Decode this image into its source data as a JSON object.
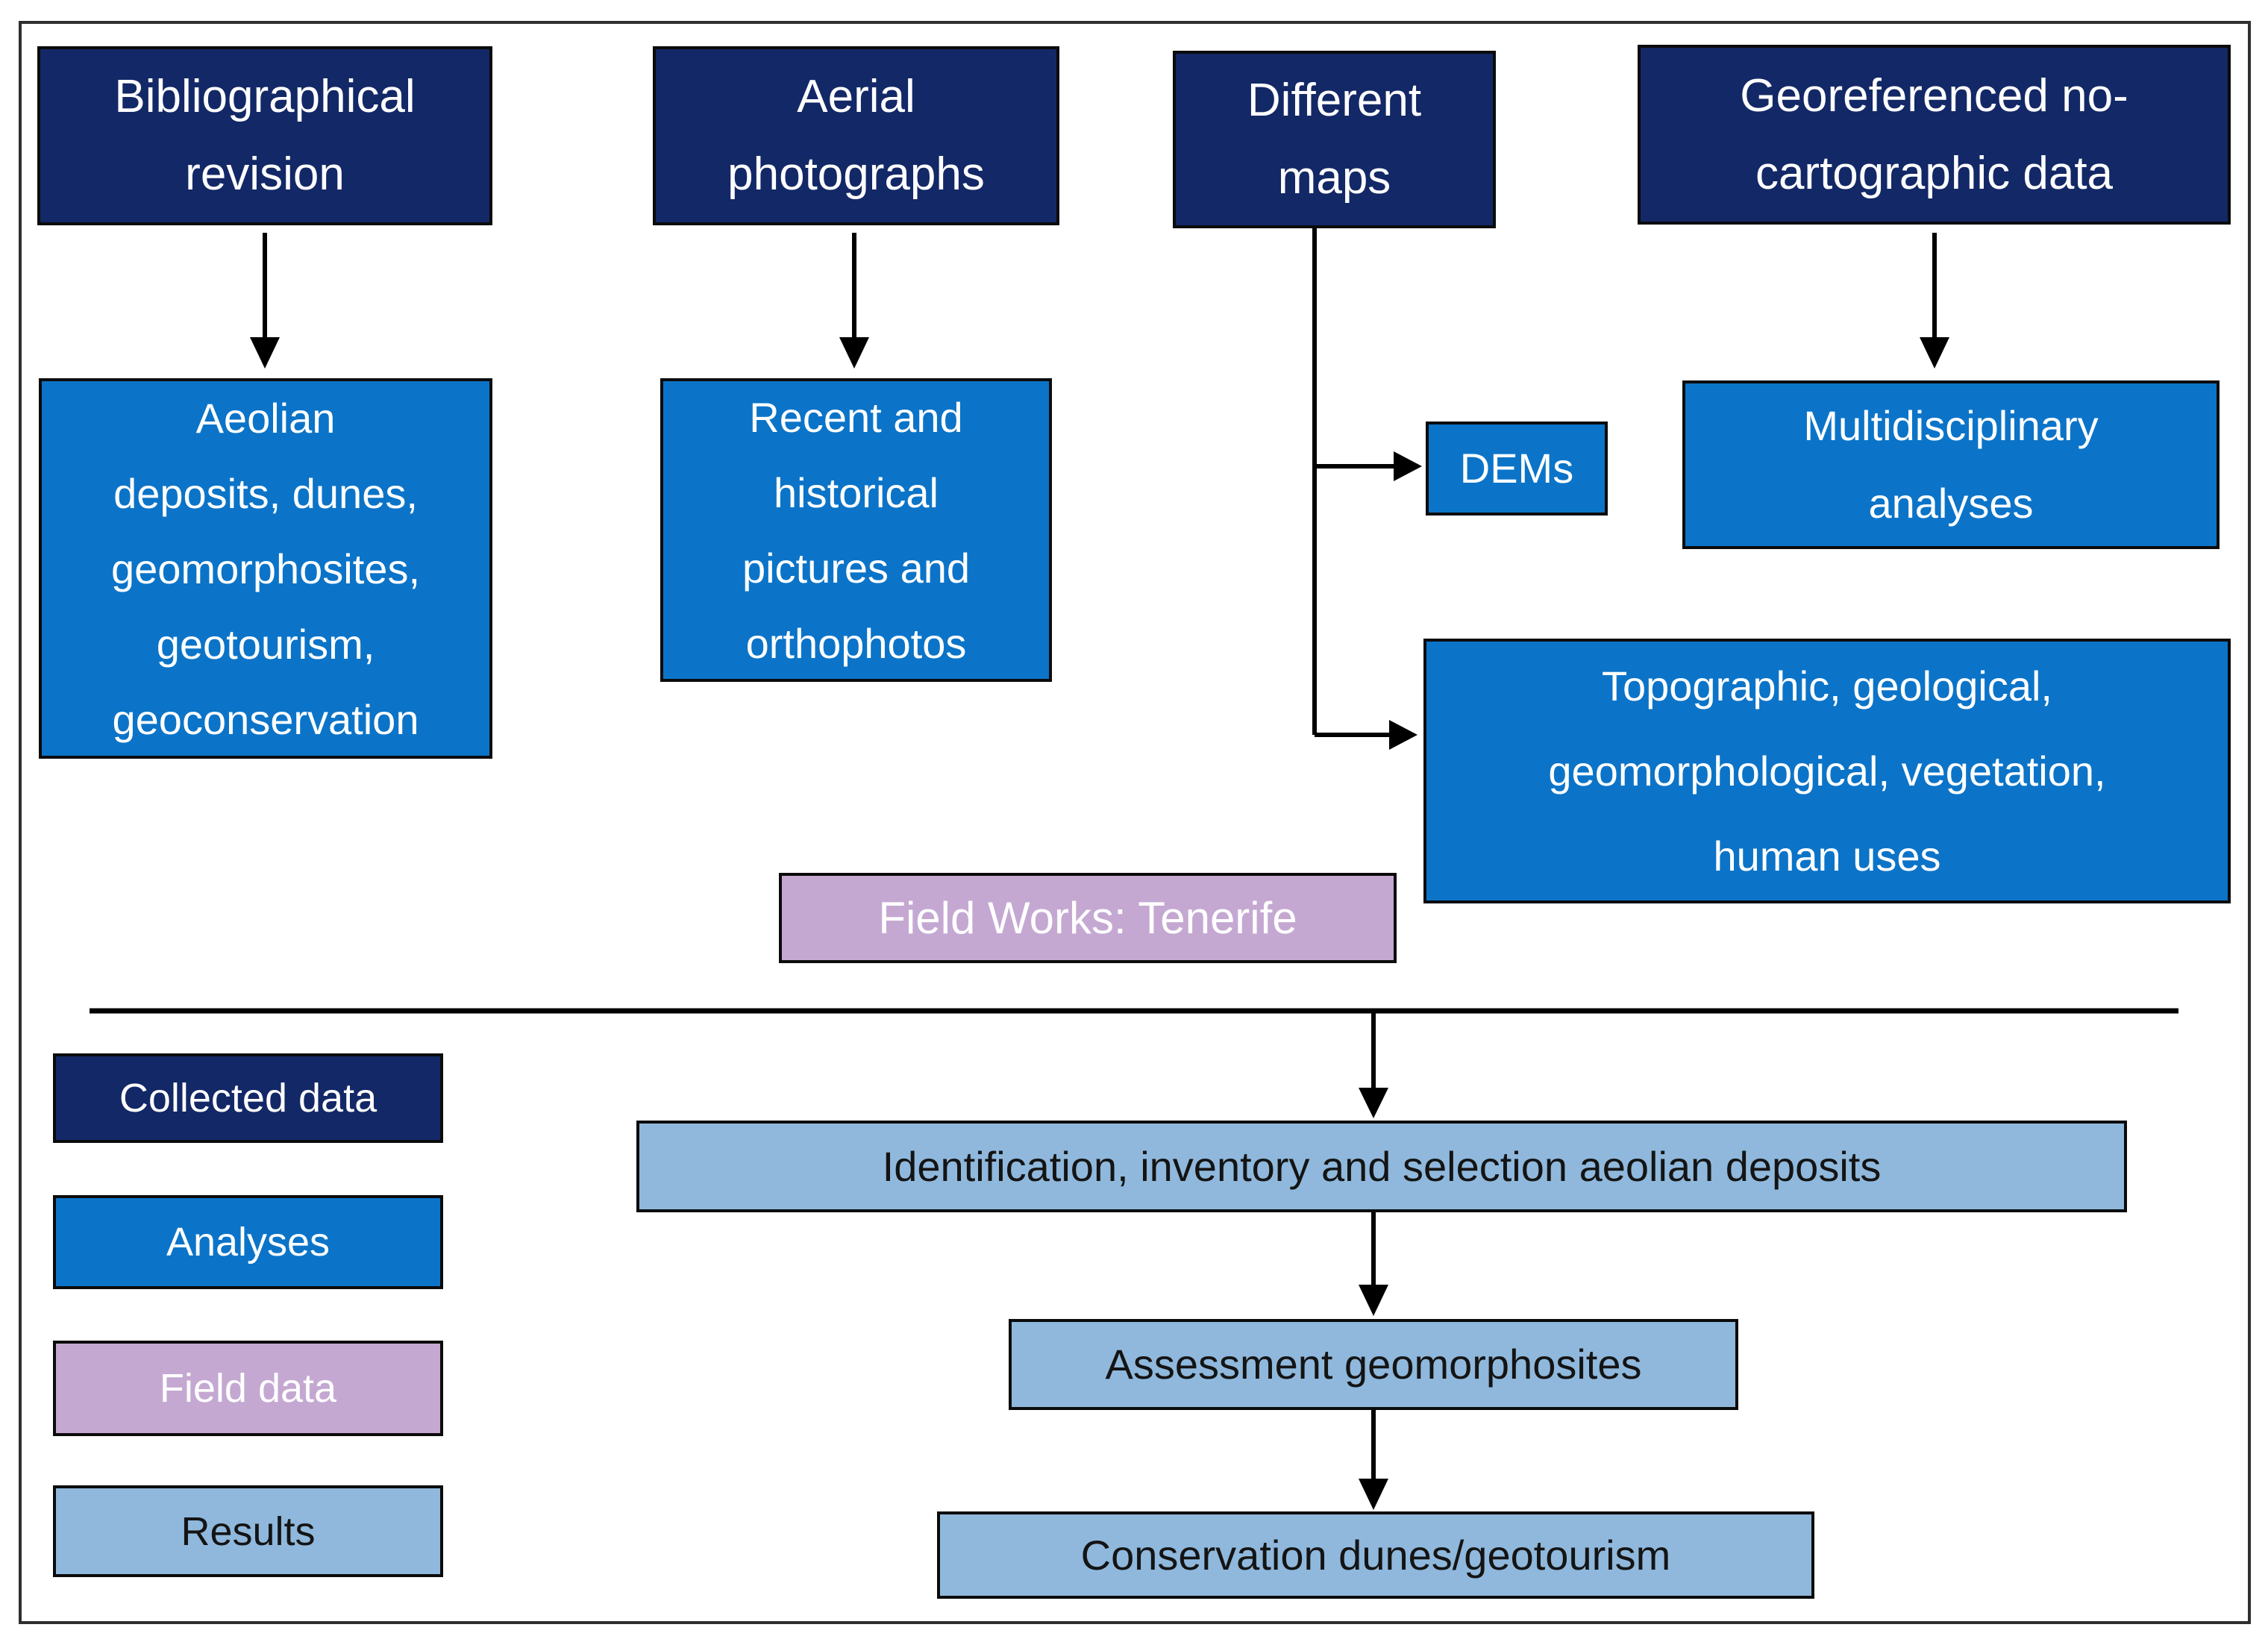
{
  "colors": {
    "navy": "#132866",
    "blue": "#0B74C8",
    "light_blue": "#8FB8DC",
    "purple": "#C4A8D2",
    "line": "#000000",
    "text_light": "#FFFFFF",
    "text_dark": "#141414"
  },
  "nodes": {
    "bibliographical": "Bibliographical\nrevision",
    "aerial": "Aerial\nphotographs",
    "different_maps": "Different\nmaps",
    "georeferenced": "Georeferenced no-\ncartographic data",
    "aeolian": "Aeolian\ndeposits, dunes,\ngeomorphosites,\ngeotourism,\ngeoconservation",
    "recent": "Recent and\nhistorical\npictures and\northophotos",
    "dems": "DEMs",
    "multidisciplinary": "Multidisciplinary\nanalyses",
    "topographic": "Topographic, geological,\ngeomorphological, vegetation,\nhuman uses",
    "field_works": "Field Works: Tenerife",
    "identification": "Identification, inventory and selection aeolian deposits",
    "assessment": "Assessment geomorphosites",
    "conservation": "Conservation dunes/geotourism"
  },
  "legend": [
    {
      "label": "Collected data",
      "color": "#132866"
    },
    {
      "label": "Analyses",
      "color": "#0B74C8"
    },
    {
      "label": "Field data",
      "color": "#C4A8D2"
    },
    {
      "label": "Results",
      "color": "#8FB8DC"
    }
  ]
}
